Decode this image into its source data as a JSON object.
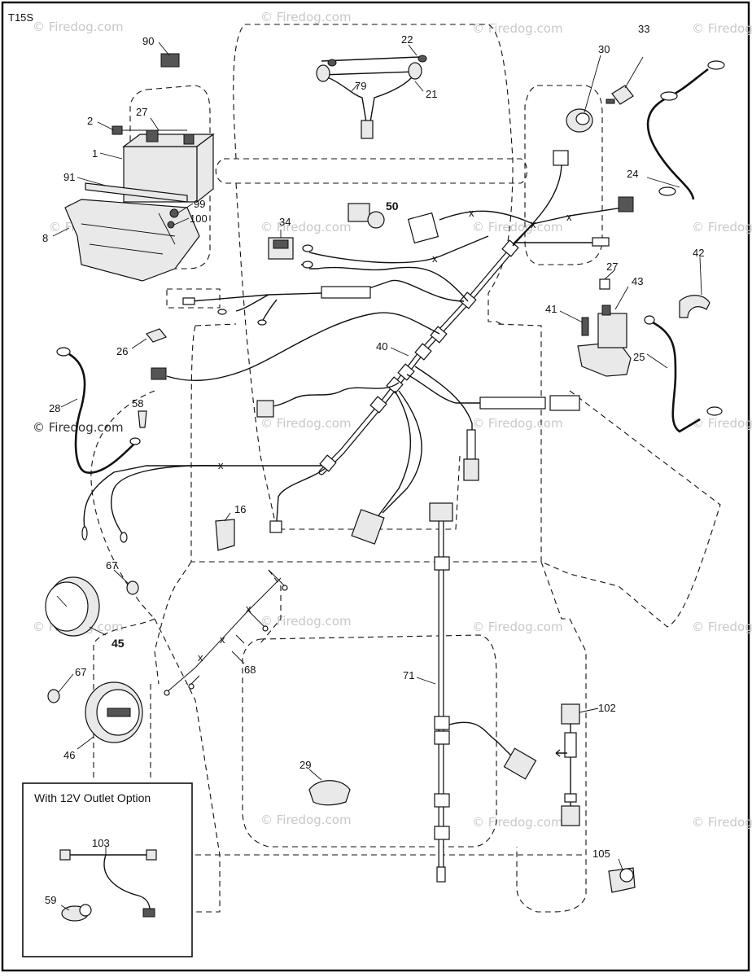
{
  "diagram_code": "T15S",
  "watermark": "© Firedog.com",
  "inset": {
    "title": "With 12V Outlet Option"
  },
  "callouts": {
    "c90": "90",
    "c2": "2",
    "c27a": "27",
    "c1": "1",
    "c91": "91",
    "c99": "99",
    "c100": "100",
    "c8": "8",
    "c22": "22",
    "c79": "79",
    "c21": "21",
    "c30": "30",
    "c33": "33",
    "c24": "24",
    "c34": "34",
    "c50": "50",
    "c27b": "27",
    "c42": "42",
    "c43": "43",
    "c41": "41",
    "c25": "25",
    "c26": "26",
    "c40": "40",
    "c28": "28",
    "c58": "58",
    "c16": "16",
    "c67a": "67",
    "c45": "45",
    "c68": "68",
    "c67b": "67",
    "c46": "46",
    "c71": "71",
    "c29": "29",
    "c102": "102",
    "c103": "103",
    "c59": "59",
    "c105": "105"
  }
}
